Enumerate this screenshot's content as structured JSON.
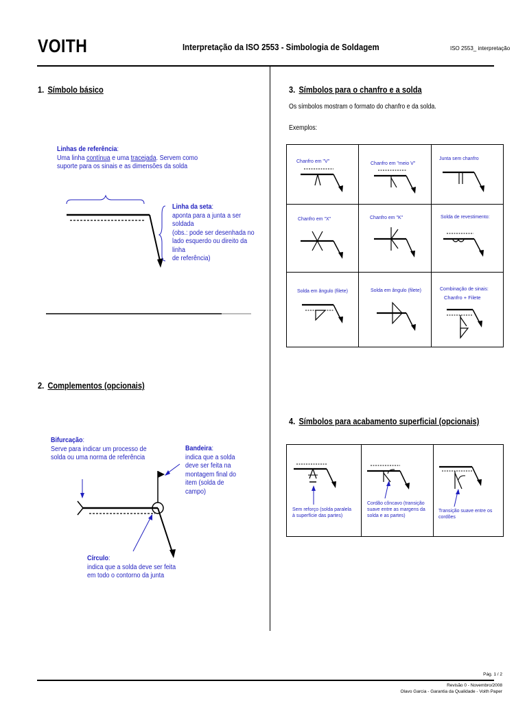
{
  "header": {
    "logo": "VOITH",
    "title": "Interpretação da ISO 2553  -  Simbologia de Soldagem",
    "doc_code": "ISO 2553_ interpretação"
  },
  "section1": {
    "num": "1.",
    "title": "Símbolo básico",
    "ref_lines_label": "Linhas  de  referência",
    "ref_lines_line1_a": "Uma linha ",
    "ref_lines_line1_b": "contínua",
    "ref_lines_line1_c": " e uma ",
    "ref_lines_line1_d": "tracejada",
    "ref_lines_line1_e": ". Servem como",
    "ref_lines_line2": "suporte para os sinais e as dimensões da solda",
    "arrow_label": "Linha da seta",
    "arrow_text": [
      "aponta para a junta a ser soldada",
      "(obs.: pode ser desenhada no",
      "lado esquerdo ou direito da linha",
      "de referência)"
    ]
  },
  "section2": {
    "num": "2.",
    "title": "Complementos (opcionais)",
    "bifurcation_label": "Bifurcação",
    "bifurcation_text": [
      "Serve para indicar um processo de",
      "solda ou uma norma de referência"
    ],
    "flag_label": "Bandeira",
    "flag_text": [
      "indica que a solda",
      "deve ser feita na",
      "montagem final do",
      "item (solda de",
      "campo)"
    ],
    "circle_label": "Círculo",
    "circle_text": [
      "indica que a solda deve ser feita",
      "em todo o contorno da junta"
    ]
  },
  "section3": {
    "num": "3.",
    "title": "Símbolos para o chanfro e a solda",
    "intro": "Os símbolos mostram o formato do chanfro e da solda.",
    "examples": "Exemplos:",
    "cells": [
      "Chanfro em \"V\"",
      "Chanfro em \"meio V\"",
      "Junta sem chanfro",
      "Chanfro em \"X\"",
      "Chanfro em \"K\"",
      "Solda de revestimento:",
      "Solda em ângulo (filete)",
      "Solda em ângulo (filete)",
      "Combinação de sinais:"
    ],
    "combo_sub": "Chanfro  +  Filete"
  },
  "section4": {
    "num": "4.",
    "title": "Símbolos para acabamento superficial (opcionais)",
    "cells": [
      [
        "Sem reforço (solda paralela",
        "à superfície das partes)"
      ],
      [
        "Cordão côncavo (transição",
        "suave entre as margens da",
        "solda e as partes)"
      ],
      [
        "Transição suave entre os",
        "cordões"
      ]
    ]
  },
  "footer": {
    "page": "Pág. 1 / 2",
    "revision": "Revisão 0   -   Novembro/2008",
    "author": "Olavo Garcia  -  Garantia da Qualidade - Voith Paper"
  }
}
